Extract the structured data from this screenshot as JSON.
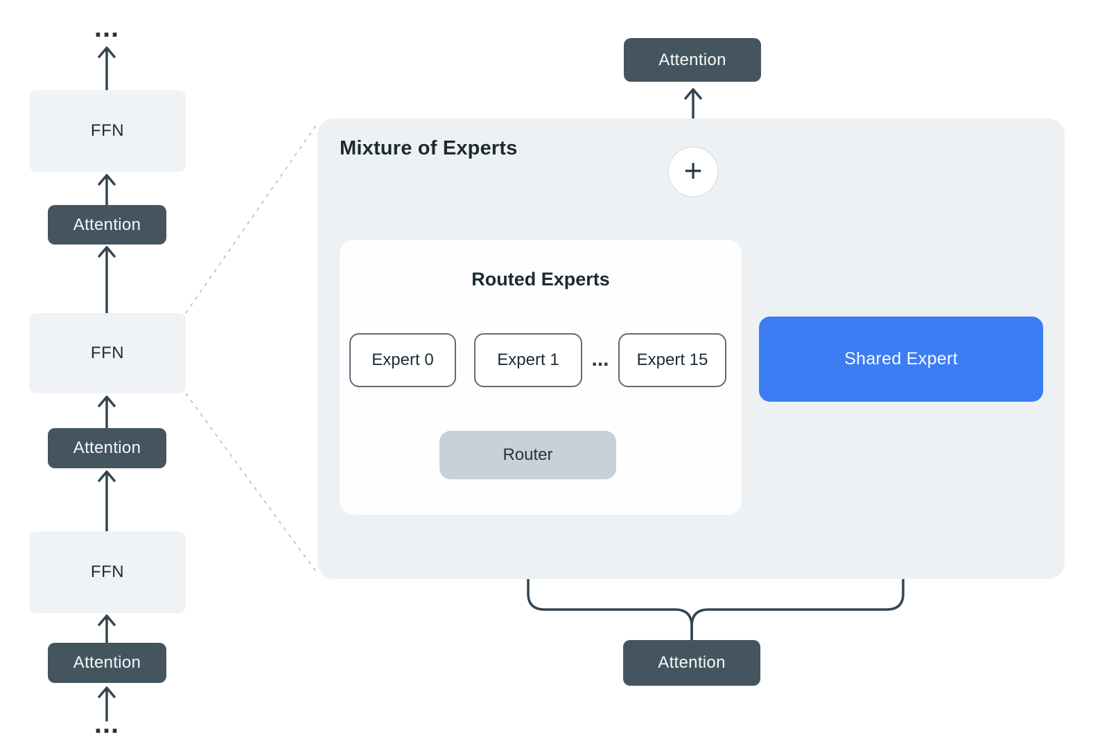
{
  "diagram": {
    "left_stack": {
      "dots_top": "...",
      "ffn_label": "FFN",
      "attention_label": "Attention",
      "dots_bottom": "..."
    },
    "moe_panel": {
      "title": "Mixture of Experts",
      "attention_top_label": "Attention",
      "attention_bottom_label": "Attention",
      "plus_symbol": "+",
      "routed_experts": {
        "title": "Routed Experts",
        "expert_0": "Expert 0",
        "expert_1": "Expert 1",
        "ellipsis": "...",
        "expert_15": "Expert 15",
        "router_label": "Router"
      },
      "shared_expert_label": "Shared Expert"
    },
    "colors": {
      "accent_blue": "#3C7DF4",
      "dark_slate": "#45555F",
      "line": "#34454F",
      "panel_bg": "#EDF1F4",
      "ffn_bg": "#F0F3F6",
      "router_bg": "#C9D1D8",
      "expert_border": "#5C6B77",
      "text_dark": "#1C2B33",
      "dotted_line": "#B4BBC1"
    }
  }
}
